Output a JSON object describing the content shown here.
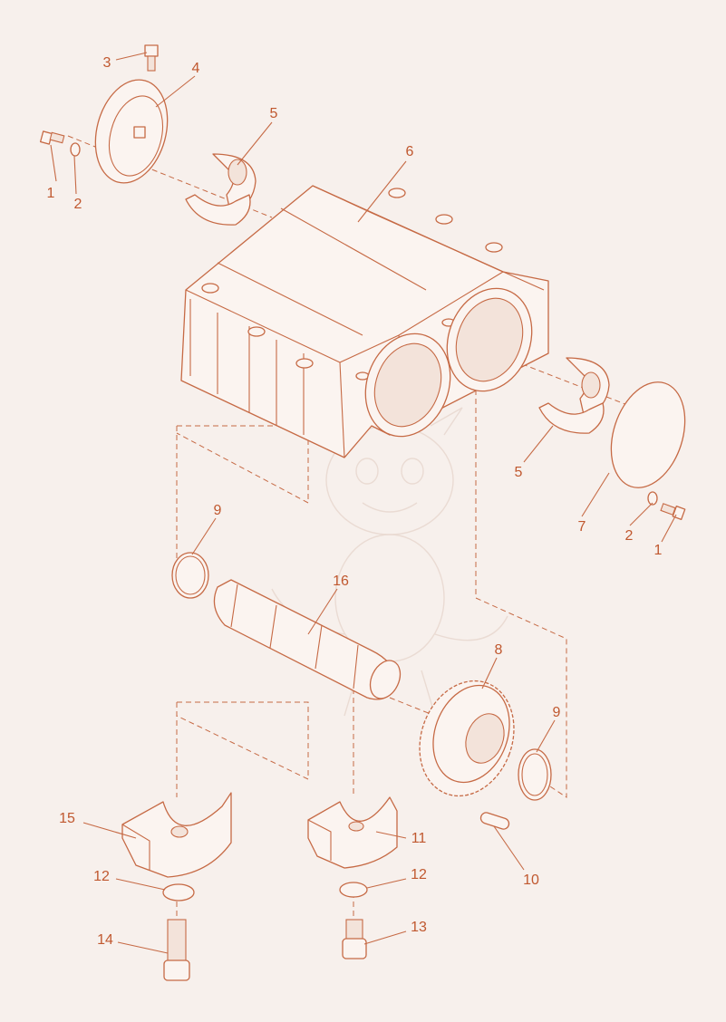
{
  "diagram": {
    "type": "exploded-parts-view",
    "line_color": "#c66a45",
    "label_color": "#c0582f",
    "background_color": "#f7f0ec"
  },
  "callouts": {
    "c1a": "1",
    "c2a": "2",
    "c3": "3",
    "c4": "4",
    "c5a": "5",
    "c6": "6",
    "c5b": "5",
    "c7": "7",
    "c2b": "2",
    "c1b": "1",
    "c9a": "9",
    "c16": "16",
    "c8": "8",
    "c9b": "9",
    "c15": "15",
    "c11": "11",
    "c10": "10",
    "c12a": "12",
    "c12b": "12",
    "c14": "14",
    "c13": "13"
  }
}
